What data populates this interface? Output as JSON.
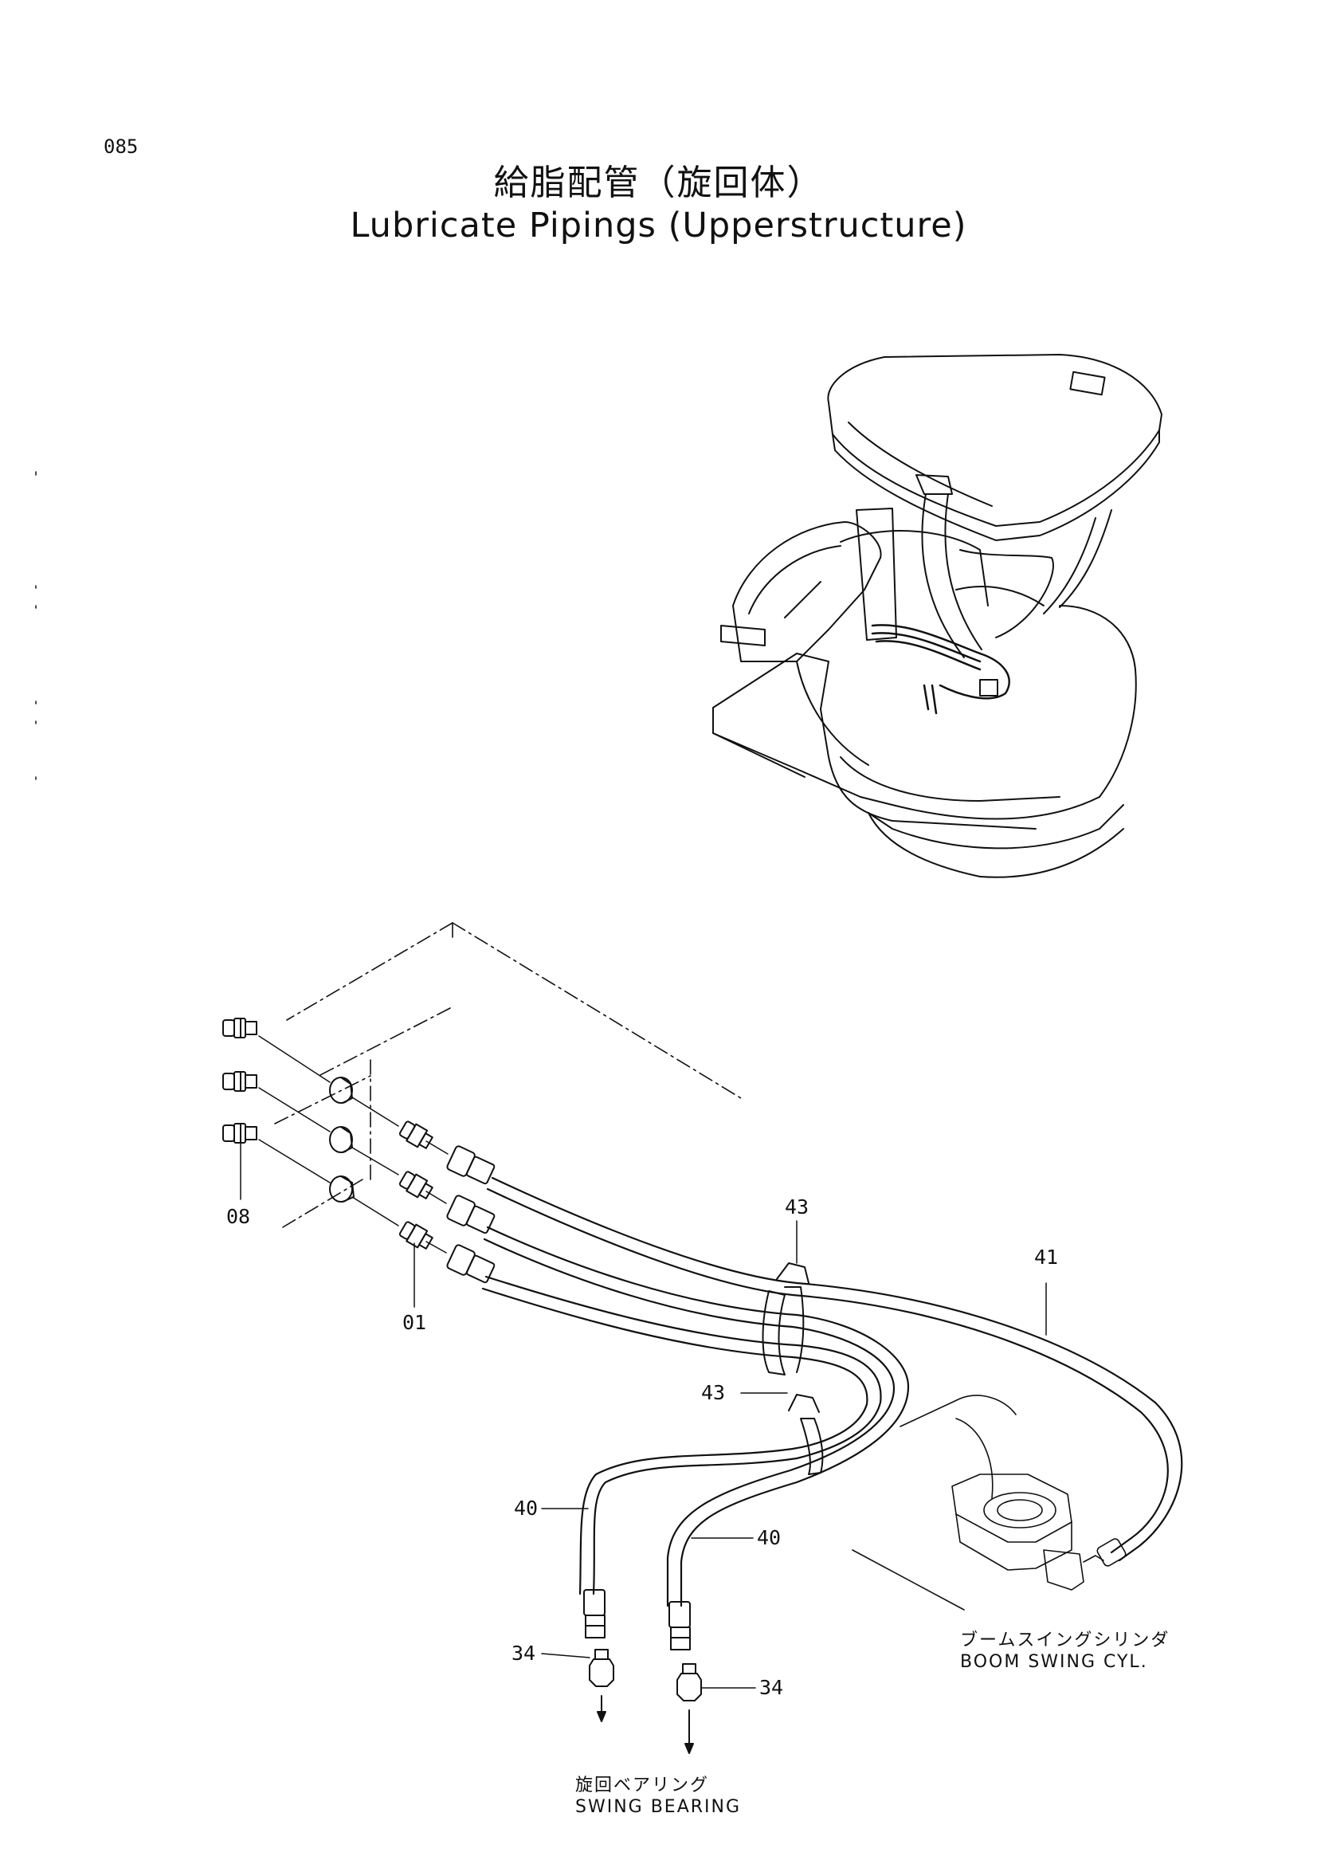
{
  "page": {
    "number": "085",
    "title_ja": "給脂配管（旋回体）",
    "title_en": "Lubricate Pipings (Upperstructure)"
  },
  "callouts": [
    {
      "id": "c08",
      "label": "08"
    },
    {
      "id": "c01",
      "label": "01"
    },
    {
      "id": "c43a",
      "label": "43"
    },
    {
      "id": "c41",
      "label": "41"
    },
    {
      "id": "c43b",
      "label": "43"
    },
    {
      "id": "c40a",
      "label": "40"
    },
    {
      "id": "c40b",
      "label": "40"
    },
    {
      "id": "c34a",
      "label": "34"
    },
    {
      "id": "c34b",
      "label": "34"
    }
  ],
  "notes": {
    "boom_ja": "ブームスイングシリンダ",
    "boom_en": "BOOM SWING CYL.",
    "swing_ja": "旋回ベアリング",
    "swing_en": "SWING BEARING"
  },
  "colors": {
    "ink": "#111111",
    "paper": "#ffffff"
  }
}
